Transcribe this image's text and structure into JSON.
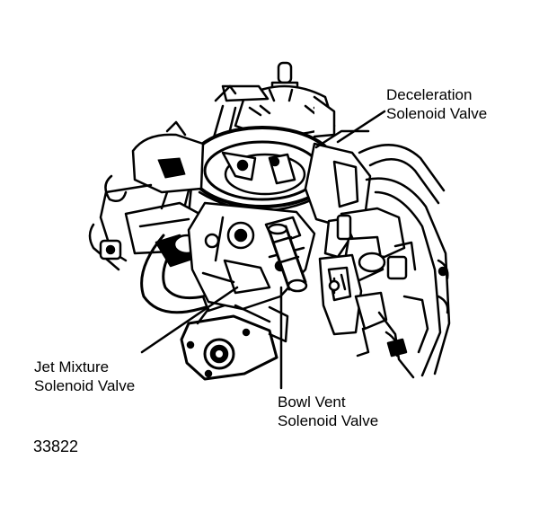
{
  "figure_number": "33822",
  "callouts": {
    "deceleration": {
      "line1": "Deceleration",
      "line2": "Solenoid Valve"
    },
    "jet_mixture": {
      "line1": "Jet Mixture",
      "line2": "Solenoid Valve"
    },
    "bowl_vent": {
      "line1": "Bowl Vent",
      "line2": "Solenoid Valve"
    }
  },
  "colors": {
    "ink": "#000000",
    "paper": "#ffffff"
  }
}
